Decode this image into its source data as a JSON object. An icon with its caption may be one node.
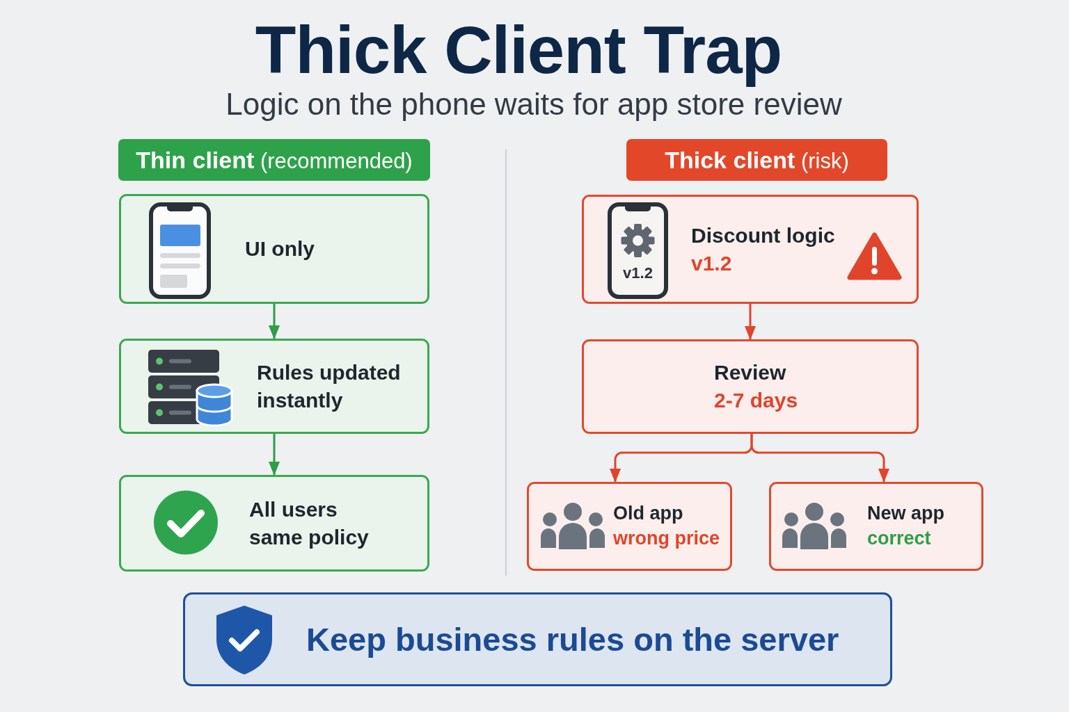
{
  "diagram": {
    "title": "Thick Client Trap",
    "nodes": [
      {
        "text": [
          "**Thin client** (recommended)"
        ]
      },
      {
        "text": [
          "UI only"
        ]
      },
      {
        "text": [
          "Rules updated instantly"
        ]
      },
      {
        "text": [
          "All users same policy"
        ]
      },
      {
        "text": [
          "**Thick client** (risk)"
        ]
      },
      {
        "text": [
          "Discount logic",
          "v1.2",
          "v1.2"
        ]
      },
      {
        "text": [
          "Review",
          "2-7 days"
        ]
      },
      {
        "text": [
          "Old app",
          "wrong price"
        ]
      },
      {
        "text": [
          "New app",
          "correct"
        ]
      },
      {
        "text": [
          "Keep business rules on the server"
        ]
      }
    ],
    "edges": [
      {
        "from": 1,
        "to": 2,
        "arrow": "to",
        "color": "#2e9e48"
      },
      {
        "from": 2,
        "to": 3,
        "arrow": "to",
        "color": "#2e9e48"
      },
      {
        "from": 5,
        "to": 6,
        "arrow": "to"
      },
      {
        "from": 6,
        "to": 7,
        "arrow": "to"
      },
      {
        "from": 6,
        "to": 8,
        "arrow": "to"
      }
    ],
    "labels": [
      "Logic on the phone waits for app store review"
    ]
  }
}
